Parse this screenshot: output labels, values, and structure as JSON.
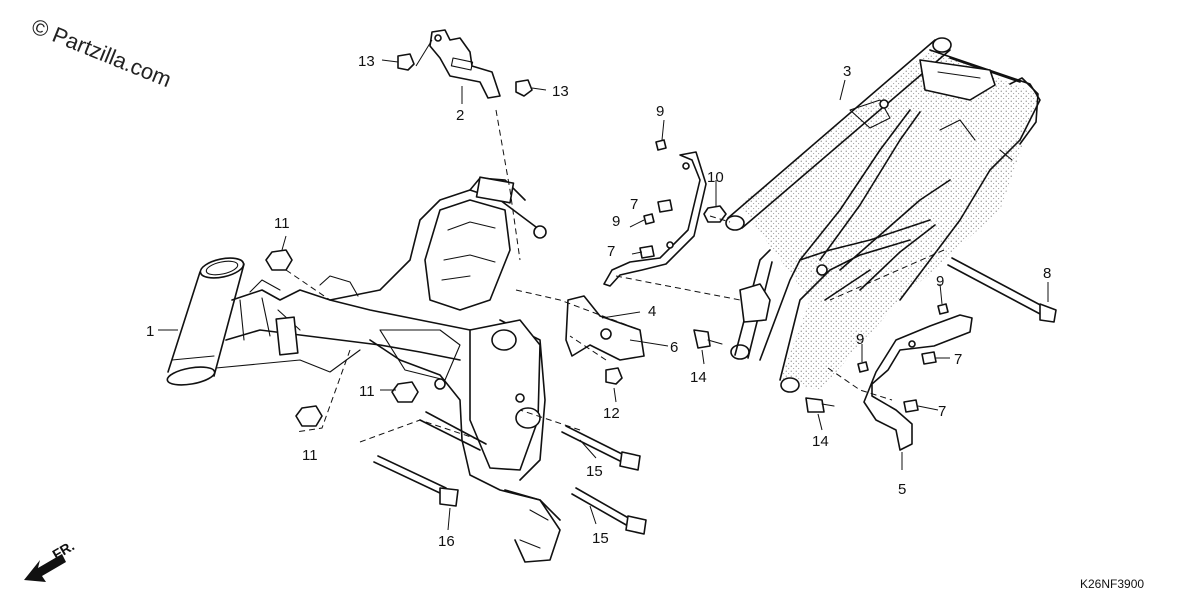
{
  "watermark": "© Partzilla.com",
  "diagram_code": "K26NF3900",
  "front_marker": "FR.",
  "callouts": {
    "c1": "1",
    "c2": "2",
    "c3": "3",
    "c4": "4",
    "c5": "5",
    "c6": "6",
    "c7a": "7",
    "c7b": "7",
    "c7c": "7",
    "c7d": "7",
    "c8": "8",
    "c9a": "9",
    "c9b": "9",
    "c9c": "9",
    "c9d": "9",
    "c10": "10",
    "c11a": "11",
    "c11b": "11",
    "c11c": "11",
    "c12": "12",
    "c13a": "13",
    "c13b": "13",
    "c14a": "14",
    "c14b": "14",
    "c15a": "15",
    "c15b": "15",
    "c16": "16"
  }
}
